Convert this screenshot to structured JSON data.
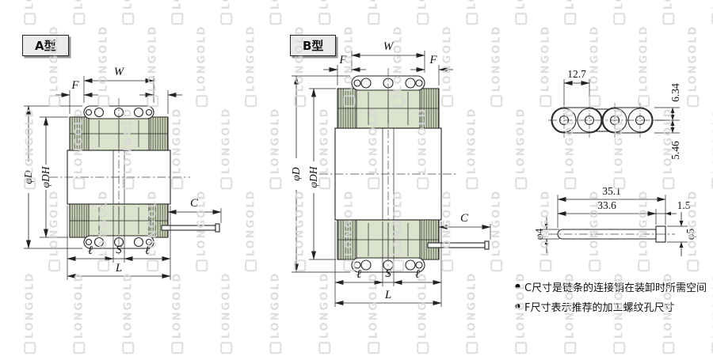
{
  "watermark": {
    "text": "LONGOLD",
    "logo_icon": "longold-logo"
  },
  "panels": {
    "type_a_label": "A型",
    "type_b_label": "B型"
  },
  "dim_labels": {
    "W": "W",
    "F": "F",
    "phi_d": "φD",
    "phi_dh": "φDH",
    "C": "C",
    "l": "ℓ",
    "S": "S",
    "L": "L"
  },
  "chain_side_view": {
    "pitch": "12.7",
    "upper_offset": "6.34",
    "lower_offset": "5.46"
  },
  "connecting_pin_view": {
    "overall_length": "35.1",
    "body_length": "33.6",
    "head_length": "1.5",
    "body_dia": "φ4",
    "head_dia": "φ5"
  },
  "notes": {
    "bullet": "●",
    "items": [
      "C尺寸是链条的连接销在装卸时所需空间",
      "F尺寸表示推荐的加工螺纹孔尺寸"
    ]
  },
  "colors": {
    "line": "#222222",
    "coupling_fill": "#dbe3cd",
    "hatch_line": "#5a6152",
    "label_box_fill": "#ebebeb",
    "watermark": "#d8d8d8"
  }
}
